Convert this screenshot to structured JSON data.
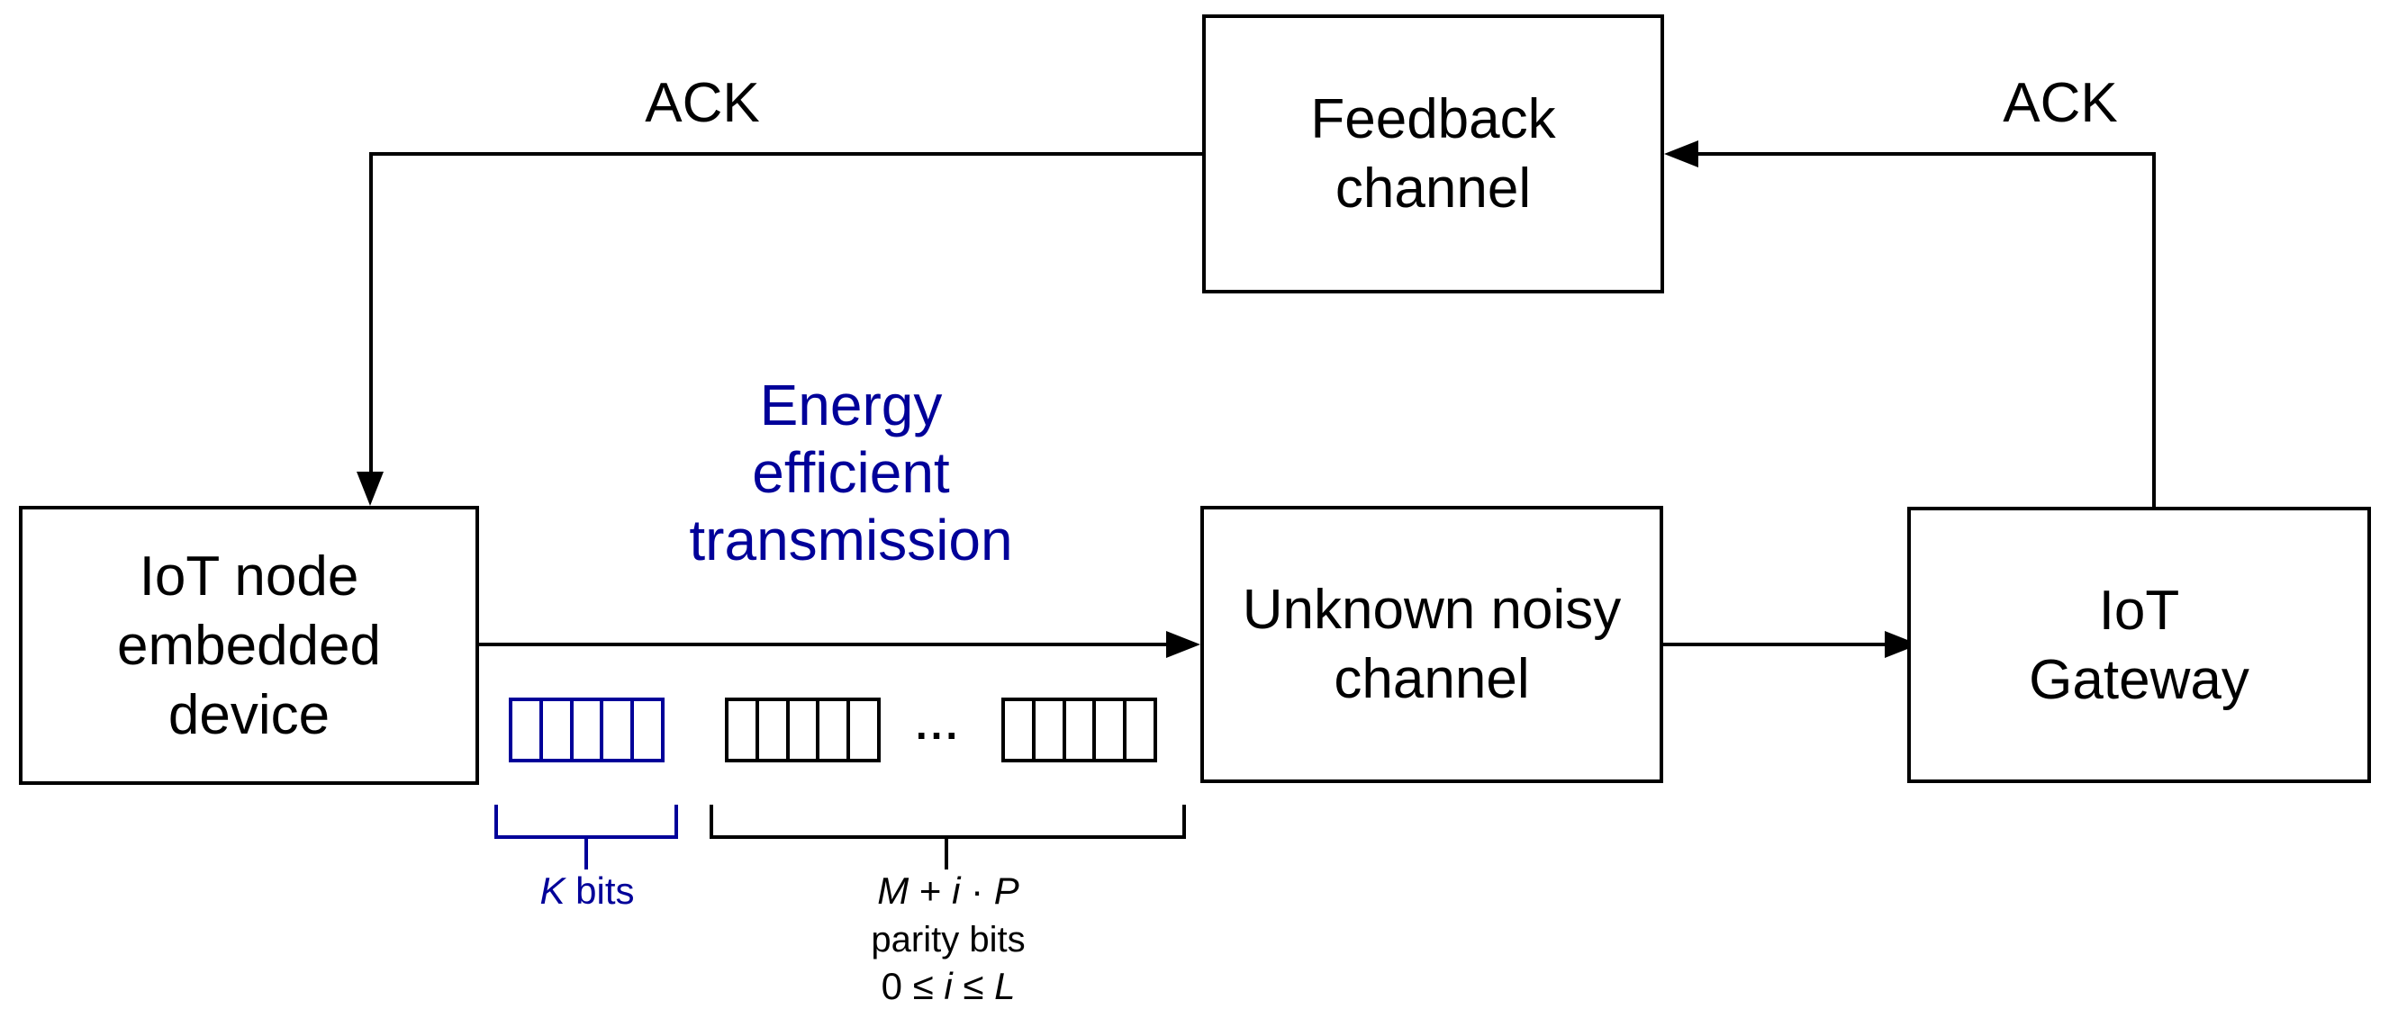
{
  "diagram": {
    "colors": {
      "accent_blue": "#000099",
      "line_black": "#000000",
      "background": "#ffffff"
    },
    "boxes": {
      "feedback": {
        "lines": [
          "Feedback",
          "channel"
        ]
      },
      "iot_node": {
        "lines": [
          "IoT node",
          "embedded",
          "device"
        ]
      },
      "unknown": {
        "lines": [
          "Unknown noisy",
          "channel"
        ]
      },
      "gateway": {
        "lines": [
          "IoT",
          "Gateway"
        ]
      }
    },
    "labels": {
      "ack_left": "ACK",
      "ack_right": "ACK",
      "energy": {
        "lines": [
          "Energy",
          "efficient",
          "transmission"
        ]
      },
      "ellipsis": "...",
      "k_bits_parts": [
        {
          "t": "K",
          "i": true
        },
        {
          "t": " bits",
          "i": false
        }
      ],
      "m_formula_parts": [
        {
          "t": "M",
          "i": true
        },
        {
          "t": " + ",
          "i": false
        },
        {
          "t": "i",
          "i": true
        },
        {
          "t": " · ",
          "i": false
        },
        {
          "t": "P",
          "i": true
        }
      ],
      "parity_bits": "parity bits",
      "i_range_parts": [
        {
          "t": "0 ≤ ",
          "i": false
        },
        {
          "t": "i",
          "i": true
        },
        {
          "t": " ≤ ",
          "i": false
        },
        {
          "t": "L",
          "i": true
        }
      ]
    },
    "bit_blocks": {
      "cells_per_block": 5,
      "blue_blocks": 1,
      "black_blocks": 2
    }
  }
}
